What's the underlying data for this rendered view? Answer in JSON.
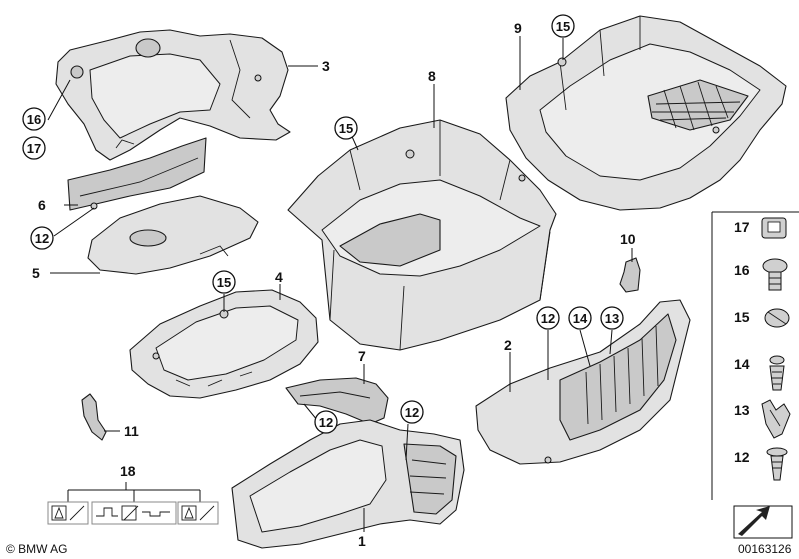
{
  "diagram": {
    "part_numbers": {
      "p1": "1",
      "p2": "2",
      "p3": "3",
      "p4": "4",
      "p5": "5",
      "p6": "6",
      "p7": "7",
      "p8": "8",
      "p9": "9",
      "p10": "10",
      "p11": "11",
      "p18": "18"
    },
    "callouts": {
      "c16": "16",
      "c17": "17",
      "c12_left": "12",
      "c15_mid": "15",
      "c15_box": "15",
      "c15_tray": "15",
      "c12_duct": "12",
      "c12_bottom": "12",
      "c12_right": "12",
      "c14_right": "14",
      "c13_right": "13"
    },
    "fastener_legend": [
      "17",
      "16",
      "15",
      "14",
      "13",
      "12"
    ],
    "footer": {
      "copyright": "© BMW AG",
      "diagram_id": "00163126"
    }
  }
}
